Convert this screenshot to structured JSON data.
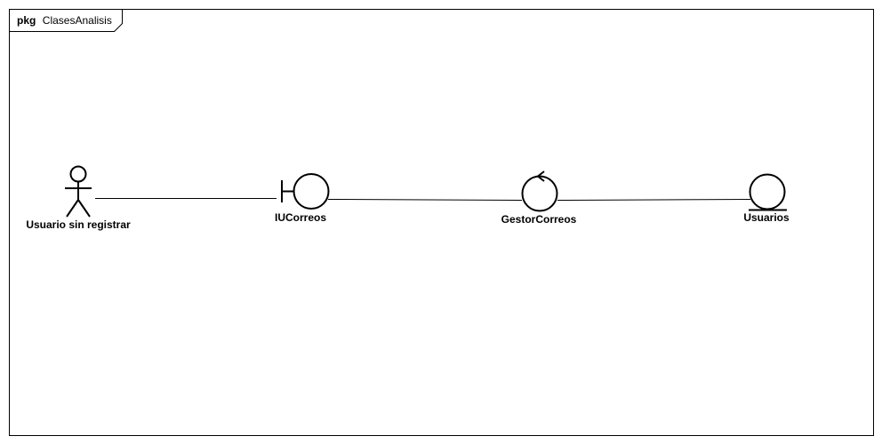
{
  "package": {
    "keyword": "pkg",
    "name": "ClasesAnalisis"
  },
  "elements": {
    "actor": {
      "label": "Usuario sin registrar",
      "stereotype": "actor",
      "icon": "actor-stick-figure"
    },
    "boundary": {
      "label": "IUCorreos",
      "stereotype": "boundary",
      "icon": "boundary-icon"
    },
    "control": {
      "label": "GestorCorreos",
      "stereotype": "control",
      "icon": "control-icon"
    },
    "entity": {
      "label": "Usuarios",
      "stereotype": "entity",
      "icon": "entity-icon"
    }
  },
  "associations": [
    {
      "from": "actor",
      "to": "boundary"
    },
    {
      "from": "boundary",
      "to": "control"
    },
    {
      "from": "control",
      "to": "entity"
    }
  ],
  "colors": {
    "line": "#000000",
    "background": "#ffffff"
  }
}
